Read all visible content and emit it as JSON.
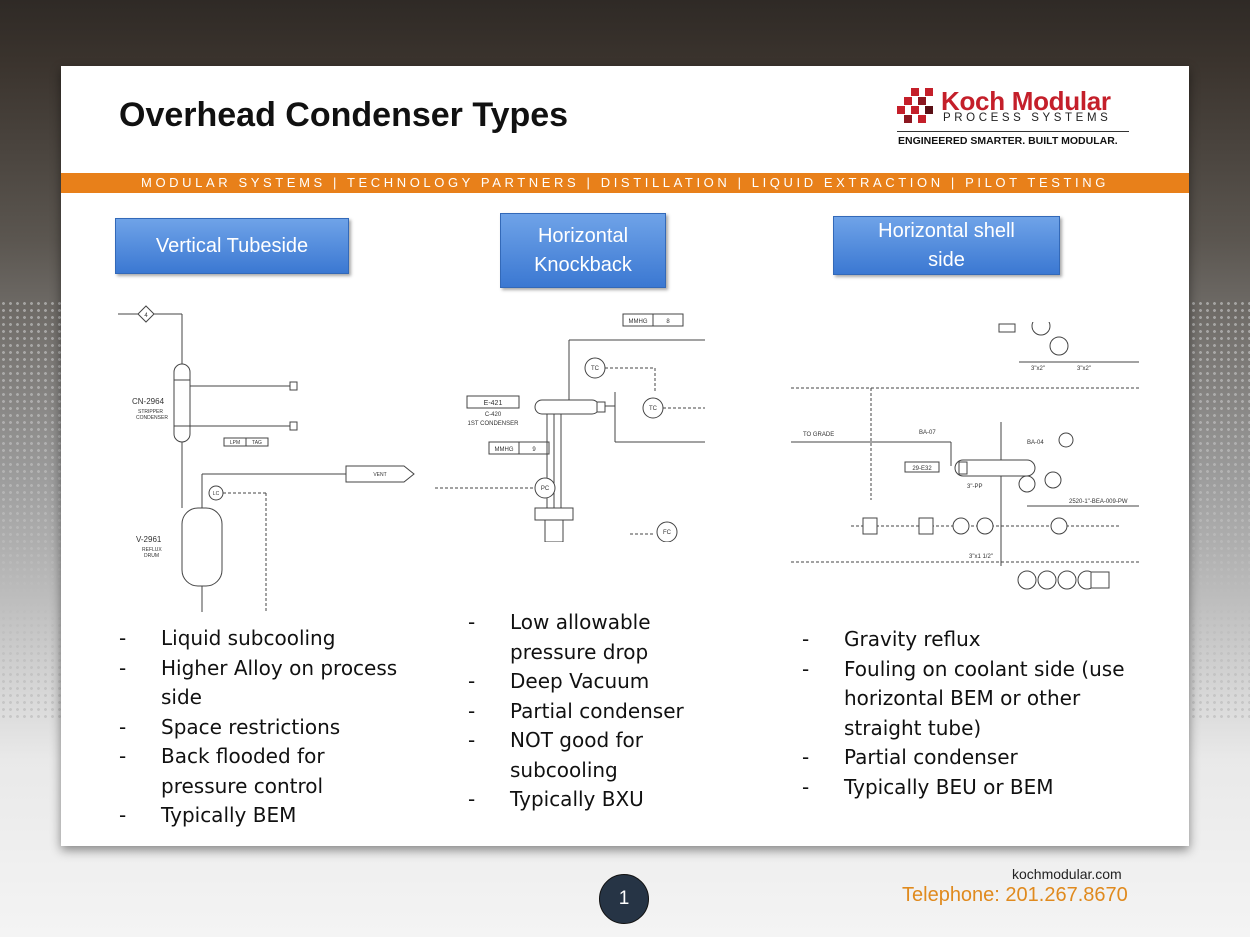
{
  "slide": {
    "title": "Overhead Condenser Types",
    "logo": {
      "name": "Koch Modular",
      "subtitle": "PROCESS SYSTEMS",
      "tagline": "ENGINEERED SMARTER. BUILT MODULAR."
    },
    "band": "MODULAR SYSTEMS | TECHNOLOGY PARTNERS | DISTILLATION | LIQUID EXTRACTION | PILOT TESTING",
    "columns": [
      {
        "heading": "Vertical Tubeside",
        "diagram_labels": [
          "CN-2964",
          "STRIPPER",
          "CONDENSER",
          "V-2961",
          "REFLUX",
          "DRUM",
          "VENT",
          "LPM",
          "TAG",
          "4",
          "LC"
        ],
        "bullets": [
          "Liquid subcooling",
          "Higher Alloy on process side",
          "Space restrictions",
          "Back flooded for pressure control",
          "Typically BEM"
        ]
      },
      {
        "heading": "Horizontal\nKnockback",
        "diagram_labels": [
          "MMHG",
          "8",
          "TC",
          "TC",
          "E-421",
          "C-420",
          "1ST CONDENSER",
          "MMHG",
          "9",
          "PC",
          "FC"
        ],
        "bullets": [
          "Low allowable pressure drop",
          "Deep Vacuum",
          "Partial condenser",
          "NOT good for subcooling",
          "Typically BXU"
        ]
      },
      {
        "heading": "Horizontal shell\nside",
        "diagram_labels": [
          "3\"x2\"",
          "3\"x2\"",
          "TO GRADE",
          "BA-07",
          "BA-04",
          "29-E32",
          "3\"-PP",
          "2520-1\"-BEA-009-PW",
          "3\"x1 1/2\""
        ],
        "bullets": [
          "Gravity reflux",
          "Fouling on coolant side (use horizontal BEM or other straight tube)",
          "Partial condenser",
          "Typically BEU or BEM"
        ]
      }
    ]
  },
  "footer": {
    "website": "kochmodular.com",
    "phone": "Telephone: 201.267.8670",
    "page_number": "1"
  },
  "colors": {
    "accent_orange": "#e8801a",
    "brand_red": "#c41f2a",
    "button_blue": "#4a86db",
    "page_badge": "#263445"
  }
}
